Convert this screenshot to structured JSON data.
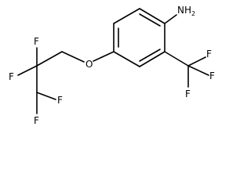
{
  "molecule": {
    "atoms": {
      "nh2": "NH",
      "nh2_subscript": "2",
      "o": "O",
      "f_cf3_top": "F",
      "f_cf3_right": "F",
      "f_cf3_bottom": "F",
      "f_cf2_top": "F",
      "f_cf2_left": "F",
      "f_chf2_right": "F",
      "f_chf2_bottom": "F"
    }
  }
}
